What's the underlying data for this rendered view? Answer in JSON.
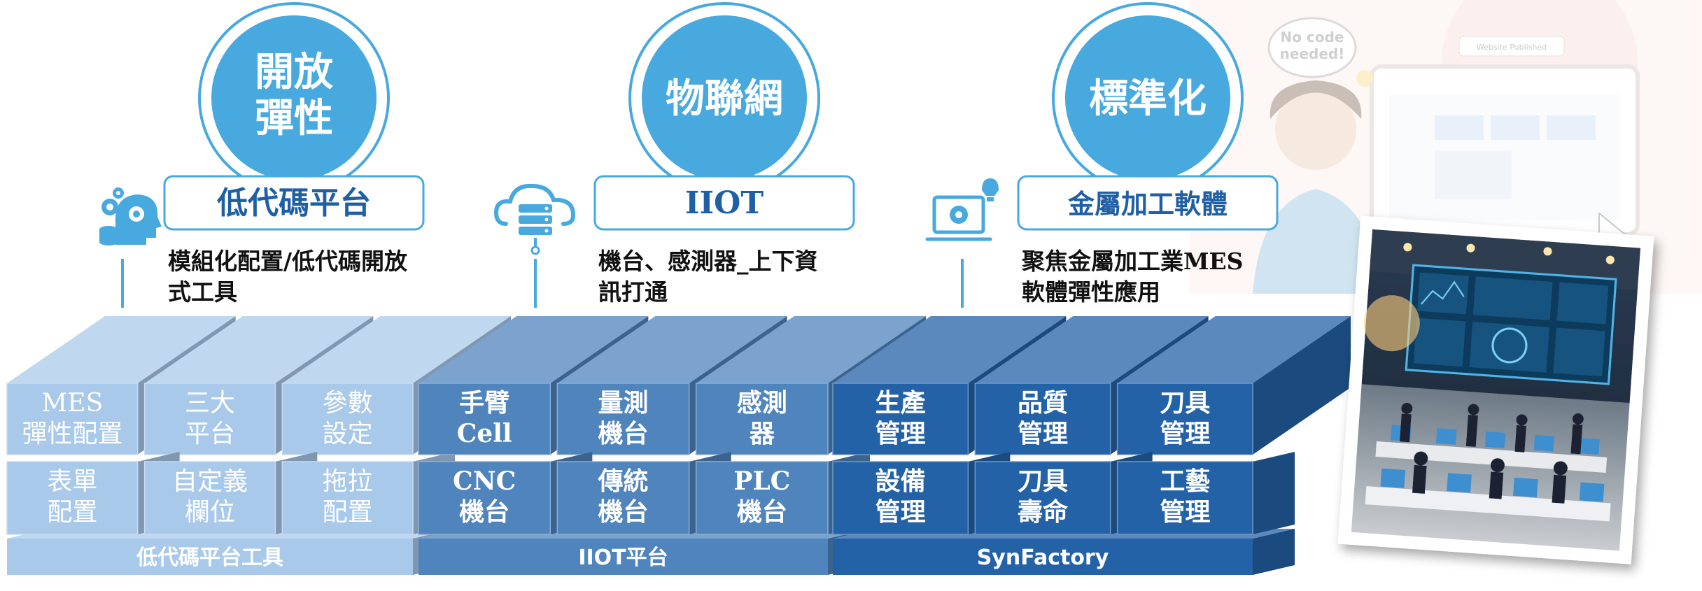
{
  "pillars": [
    {
      "circle_lines": [
        "開放",
        "彈性"
      ],
      "box_label": "低代碼平台",
      "description_lines": [
        "模組化配置/低代碼開放",
        "式工具"
      ],
      "icon": "gear-head-icon",
      "color": "#48a9df"
    },
    {
      "circle_lines": [
        "物聯網"
      ],
      "box_label": "IIOT",
      "description_lines": [
        "機台、感測器_上下資",
        "訊打通"
      ],
      "icon": "cloud-server-icon",
      "color": "#48a9df"
    },
    {
      "circle_lines": [
        "標準化"
      ],
      "box_label": "金屬加工軟體",
      "description_lines": [
        "聚焦金屬加工業MES",
        "軟體彈性應用"
      ],
      "icon": "monitor-gear-icon",
      "color": "#48a9df"
    }
  ],
  "platforms": [
    {
      "base_label": "低代碼平台工具",
      "color": "#a9c9ea",
      "cells": [
        [
          "MES",
          "彈性配置"
        ],
        [
          "三大",
          "平台"
        ],
        [
          "參數",
          "設定"
        ],
        [
          "表單",
          "配置"
        ],
        [
          "自定義",
          "欄位"
        ],
        [
          "拖拉",
          "配置"
        ]
      ]
    },
    {
      "base_label": "IIOT平台",
      "color": "#4f84bd",
      "cells": [
        [
          "手臂",
          "Cell"
        ],
        [
          "量測",
          "機台"
        ],
        [
          "感測",
          "器"
        ],
        [
          "CNC",
          "機台"
        ],
        [
          "傳統",
          "機台"
        ],
        [
          "PLC",
          "機台"
        ]
      ]
    },
    {
      "base_label": "SynFactory",
      "color": "#2462a8",
      "cells": [
        [
          "生產",
          "管理"
        ],
        [
          "品質",
          "管理"
        ],
        [
          "刀具",
          "管理"
        ],
        [
          "設備",
          "管理"
        ],
        [
          "刀具",
          "壽命"
        ],
        [
          "工藝",
          "管理"
        ]
      ]
    }
  ],
  "illustration": {
    "speech_bubble": [
      "No code",
      "needed!"
    ],
    "published_badge": "Website Published"
  }
}
